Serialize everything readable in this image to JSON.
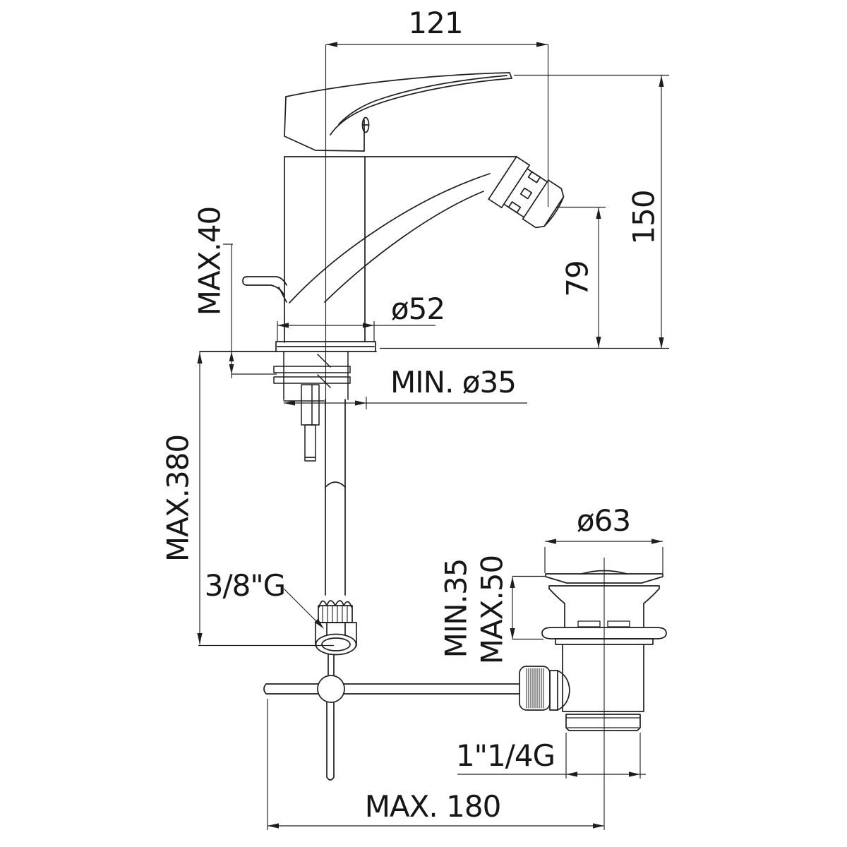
{
  "colors": {
    "line": "#1e1e1e",
    "text": "#161616",
    "background": "#ffffff"
  },
  "dimensions": {
    "spout_projection": "121",
    "overall_height": "150",
    "outlet_height": "79",
    "deck_thickness_max": "MAX.40",
    "base_diameter": "ø52",
    "hole_diameter_min": "MIN. ø35",
    "hose_length_max": "MAX.380",
    "supply_thread": "3/8\"G",
    "waste_cap_diameter": "ø63",
    "waste_deck_min": "MIN.35",
    "waste_deck_max": "MAX.50",
    "waste_thread": "1\"1/4G",
    "rod_reach_max": "MAX. 180"
  }
}
